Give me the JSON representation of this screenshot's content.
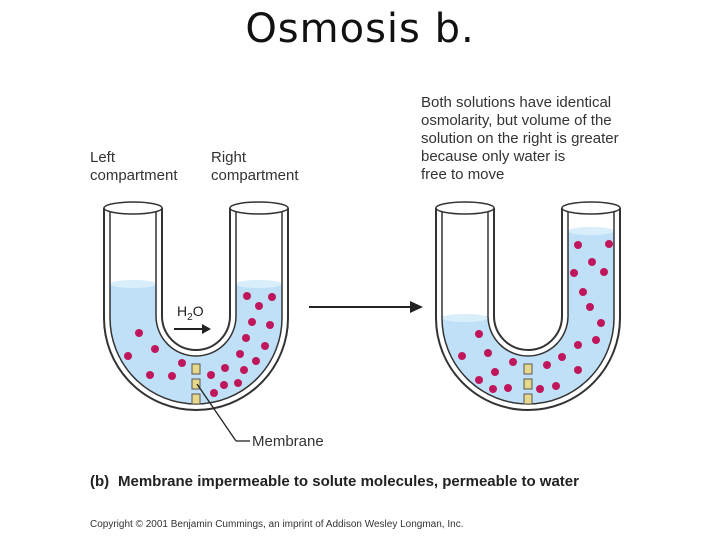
{
  "slide": {
    "title": "Osmosis b."
  },
  "labels": {
    "left_compartment": [
      "Left",
      "compartment"
    ],
    "right_compartment": [
      "Right",
      "compartment"
    ],
    "result_note": [
      "Both solutions have identical",
      "osmolarity, but volume of the",
      "solution on the right is greater",
      "because only water is",
      "free to move"
    ],
    "water_label": "H",
    "water_subscript": "2",
    "water_suffix": "O",
    "membrane": "Membrane"
  },
  "caption": {
    "letter": "(b)",
    "text": "Membrane impermeable to solute molecules, permeable to water"
  },
  "copyright": "Copyright © 2001 Benjamin Cummings, an imprint of Addison Wesley Longman, Inc.",
  "colors": {
    "solution": "#bfe0f6",
    "solute": "#c0175c",
    "tube_outline": "#333333",
    "membrane": "#e8d98a"
  }
}
